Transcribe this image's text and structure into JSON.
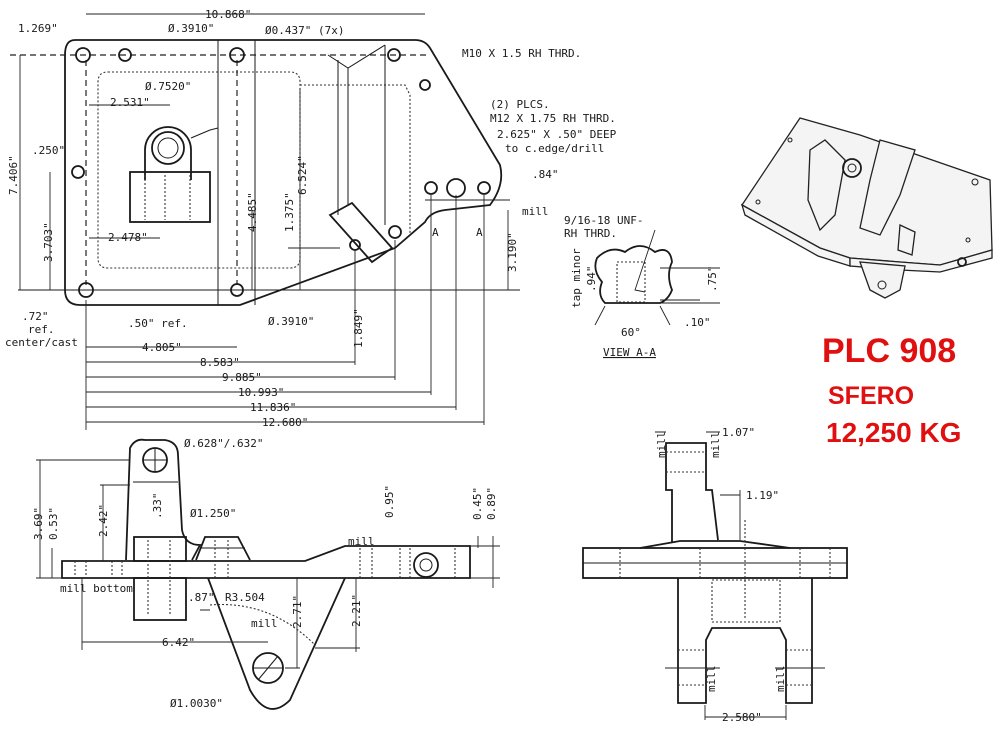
{
  "title": {
    "part": "PLC 908",
    "material": "SFERO",
    "weight": "12,250 KG",
    "color": "#e01010"
  },
  "top_view": {
    "overall_width": "10.868\"",
    "left_offset": "1.269\"",
    "hole_small": "Ø.3910\"",
    "hole_7x": "Ø0.437\" (7x)",
    "thread_m10": "M10 X 1.5 RH THRD.",
    "boss_dia": "Ø.7520\"",
    "dim_2531": "2.531\"",
    "plcs": "(2) PLCS.",
    "thread_m12": "M12 X 1.75 RH THRD.",
    "counterbore": "2.625\" X .50\" DEEP",
    "counterbore_note": "to c.edge/drill",
    "dim_250": ".250\"",
    "height_7406": "7.406\"",
    "dim_84": ".84\"",
    "dim_3703": "3.703\"",
    "dim_1375": "1.375\"",
    "dim_6524": "6.524\"",
    "dim_4485": "4.485\"",
    "dim_2478": "2.478\"",
    "dim_3190": "3.190\"",
    "mill": "mill",
    "section_a": "A",
    "dim_72": ".72\"",
    "ref": "ref.",
    "center_cast": "center/cast",
    "dim_50_ref": ".50\" ref.",
    "hole_bottom": "Ø.3910\"",
    "dim_1849": "1.849\"",
    "baseline_dims": [
      "4.805\"",
      "8.583\"",
      "9.885\"",
      "10.993\"",
      "11.836\"",
      "12.680\""
    ]
  },
  "view_aa": {
    "thread": "9/16-18 UNF-",
    "thread2": "RH THRD.",
    "tap_minor": "tap minor",
    "dim_94": ".94\"",
    "dim_75": ".75\"",
    "dim_10": ".10\"",
    "angle": "60°",
    "label": "VIEW A-A"
  },
  "side_view": {
    "pin_hole": "Ø.628\"/.632\"",
    "dim_369": "3.69\"",
    "dim_053": "0.53\"",
    "dim_242": "2.42\"",
    "dim_33": ".33\"",
    "boss": "Ø1.250\"",
    "dim_095": "0.95\"",
    "dim_045": "0.45\"",
    "dim_089": "0.89\"",
    "mill_top": "mill",
    "mill_bottom": "mill bottom",
    "dim_87": ".87\"",
    "radius": "R3.504",
    "mill_r": "mill",
    "dim_271": "2.71\"",
    "dim_221": "2.21\"",
    "dim_642": "6.42\"",
    "lug_hole": "Ø1.0030\""
  },
  "front_view": {
    "dim_107": "1.07\"",
    "dim_119": "1.19\"",
    "mill": "mill",
    "dim_2580": "2.580\""
  }
}
